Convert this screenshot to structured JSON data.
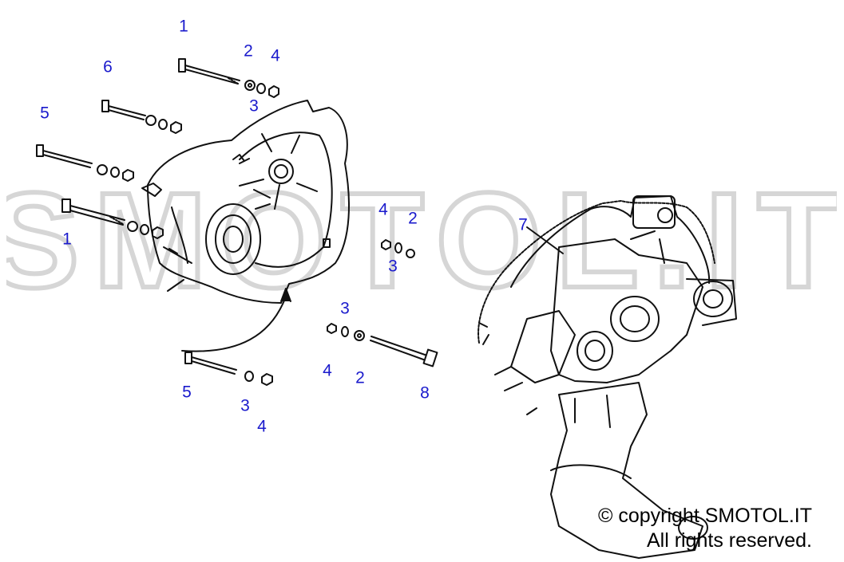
{
  "watermark": {
    "text": "SMOTOL.IT"
  },
  "callouts": [
    {
      "id": "c1a",
      "label": "1"
    },
    {
      "id": "c2a",
      "label": "2"
    },
    {
      "id": "c4a",
      "label": "4"
    },
    {
      "id": "c3a",
      "label": "3"
    },
    {
      "id": "c6",
      "label": "6"
    },
    {
      "id": "c5a",
      "label": "5"
    },
    {
      "id": "c1b",
      "label": "1"
    },
    {
      "id": "c4b",
      "label": "4"
    },
    {
      "id": "c2b",
      "label": "2"
    },
    {
      "id": "c3b",
      "label": "3"
    },
    {
      "id": "c7",
      "label": "7"
    },
    {
      "id": "c3c",
      "label": "3"
    },
    {
      "id": "c4c",
      "label": "4"
    },
    {
      "id": "c2c",
      "label": "2"
    },
    {
      "id": "c8",
      "label": "8"
    },
    {
      "id": "c5b",
      "label": "5"
    },
    {
      "id": "c3d",
      "label": "3"
    },
    {
      "id": "c4d",
      "label": "4"
    }
  ],
  "copyright": {
    "line1": "© copyright SMOTOL.IT",
    "line2": "All rights reserved."
  },
  "colors": {
    "callout": "#1a1acc",
    "line": "#111111",
    "watermark": "#d8d8d8"
  }
}
